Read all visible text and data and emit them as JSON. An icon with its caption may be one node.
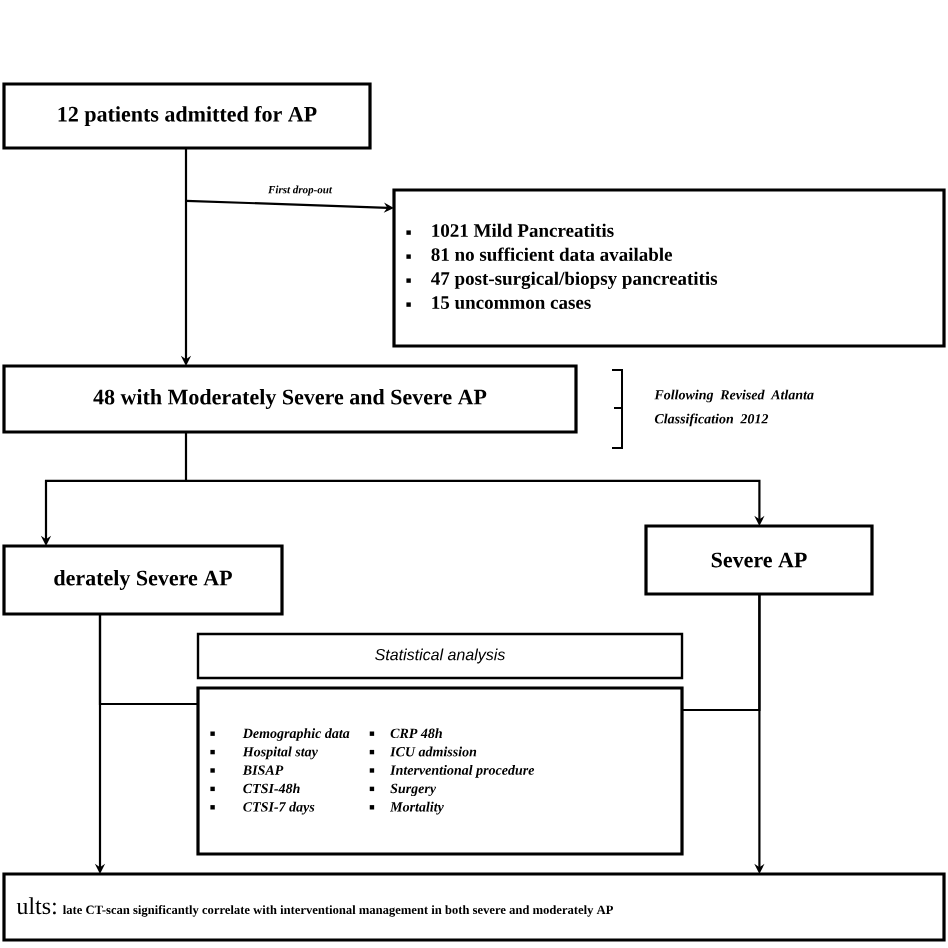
{
  "diagram": {
    "nodes": [
      {
        "text": [
          "12 patients  admitted for AP"
        ]
      },
      {
        "text": [
          "1021 Mild Pancreatitis",
          "81 no sufficient data available",
          "47 post-surgical/biopsy pancreatitis",
          "15 uncommon cases"
        ]
      },
      {
        "text": [
          "48 with Moderately Severe and Severe AP"
        ]
      },
      {
        "text": [
          "derately Severe AP"
        ]
      },
      {
        "text": [
          "Severe AP"
        ]
      },
      {
        "text": [
          "Statistical analysis"
        ]
      },
      {
        "text": [
          "Demographic data",
          "Hospital stay",
          "BISAP",
          "CTSI-48h",
          "CTSI-7 days",
          "CRP 48h",
          "ICU admission",
          "Interventional procedure",
          "Surgery",
          "Mortality"
        ]
      },
      {
        "text": [
          "ults:",
          "late CT-scan significantly correlate with interventional management in both severe and moderately AP"
        ]
      }
    ],
    "edges": [
      {
        "from": 0,
        "to": 2,
        "arrow": "to"
      },
      {
        "from": 0,
        "to": 1,
        "arrow": "to",
        "label": "First drop-out"
      },
      {
        "from": 2,
        "to": 3,
        "arrow": "to"
      },
      {
        "from": 2,
        "to": 4,
        "arrow": "to"
      },
      {
        "from": 3,
        "to": 7,
        "arrow": "to"
      },
      {
        "from": 4,
        "to": 7,
        "arrow": "to"
      },
      {
        "from": 6,
        "to": 3,
        "arrow": "none"
      },
      {
        "from": 6,
        "to": 4,
        "arrow": "none"
      }
    ],
    "labels": [
      "Following Revised Atlanta Classification 2012"
    ]
  }
}
